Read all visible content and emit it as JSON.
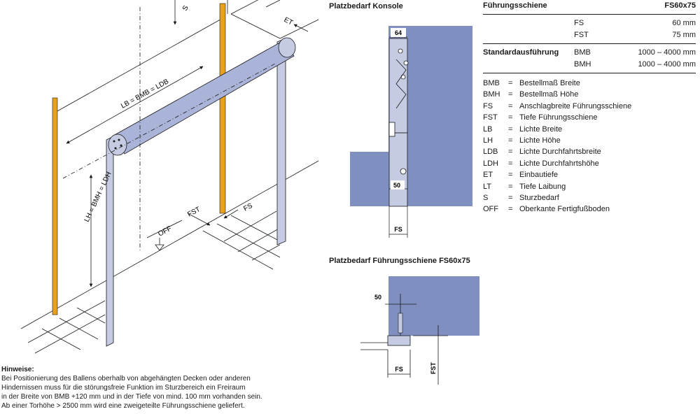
{
  "main_diagram": {
    "labels": {
      "s": "S",
      "et": "ET",
      "lb": "LB = BMB = LDB",
      "lh": "LH = BMH = LDH",
      "fst": "FST",
      "fs": "FS",
      "off": "OFF"
    }
  },
  "konsole": {
    "title": "Platzbedarf Konsole",
    "dim_top": "64",
    "dim_mid": "50",
    "dim_bottom": "FS"
  },
  "schiene": {
    "title": "Platzbedarf Führungsschiene FS60x75",
    "dim_top": "50",
    "dim_bottom": "FS",
    "dim_side": "FST"
  },
  "spec": {
    "title": "Führungsschiene",
    "title_value": "FS60x75",
    "rows1": [
      {
        "code": "FS",
        "value": "60 mm"
      },
      {
        "code": "FST",
        "value": "75 mm"
      }
    ],
    "standard_label": "Standardausführung",
    "rows2": [
      {
        "code": "BMB",
        "value": "1000 – 4000 mm"
      },
      {
        "code": "BMH",
        "value": "1000 – 4000 mm"
      }
    ]
  },
  "legend": [
    {
      "abbr": "BMB",
      "eq": "=",
      "desc": "Bestellmaß Breite"
    },
    {
      "abbr": "BMH",
      "eq": "=",
      "desc": "Bestellmaß Höhe"
    },
    {
      "abbr": "FS",
      "eq": "=",
      "desc": "Anschlagbreite Führungsschiene"
    },
    {
      "abbr": "FST",
      "eq": "=",
      "desc": "Tiefe Führungsschiene"
    },
    {
      "abbr": "LB",
      "eq": "=",
      "desc": "Lichte Breite"
    },
    {
      "abbr": "LH",
      "eq": "=",
      "desc": "Lichte Höhe"
    },
    {
      "abbr": "LDB",
      "eq": "=",
      "desc": "Lichte Durchfahrtsbreite"
    },
    {
      "abbr": "LDH",
      "eq": "=",
      "desc": "Lichte Durchfahrtshöhe"
    },
    {
      "abbr": "ET",
      "eq": "=",
      "desc": "Einbautiefe"
    },
    {
      "abbr": "LT",
      "eq": "=",
      "desc": "Tiefe Laibung"
    },
    {
      "abbr": "S",
      "eq": "=",
      "desc": "Sturzbedarf"
    },
    {
      "abbr": "OFF",
      "eq": "=",
      "desc": "Oberkante Fertigfußboden"
    }
  ],
  "notes": {
    "title": "Hinweise:",
    "lines": [
      "Bei Positionierung des Ballens oberhalb von abgehängten Decken oder anderen",
      "Hindernissen muss für die störungsfreie Funktion im Sturzbereich ein Freiraum",
      "in der Breite von BMB +120 mm und in der Tiefe von mind. 100 mm vorhanden sein.",
      "Ab einer Torhöhe > 2500 mm wird eine zweigeteilte Führungsschiene geliefert."
    ]
  },
  "colors": {
    "wall": "#7f8fbf",
    "roller": "#aab3d8",
    "rail": "#c5cbe2",
    "orange": "#e8a020",
    "line": "#1a1a1a"
  }
}
